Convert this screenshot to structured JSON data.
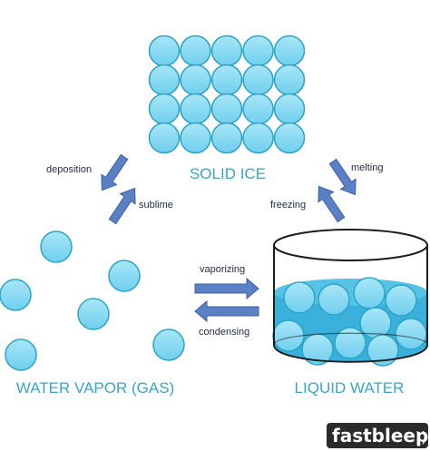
{
  "states": {
    "solid": "SOLID ICE",
    "liquid": "LIQUID WATER",
    "gas": "WATER VAPOR (GAS)"
  },
  "processes": {
    "deposition": "deposition",
    "sublime": "sublime",
    "melting": "melting",
    "freezing": "freezing",
    "vaporizing": "vaporizing",
    "condensing": "condensing"
  },
  "brand": "fastbleep",
  "colors": {
    "particle_fill": "#7fd6f0",
    "particle_stroke": "#2aa3c6",
    "arrow_fill": "#5b80c6",
    "arrow_stroke": "#3c5fa3",
    "label_blue": "#3aa5c8",
    "water_fill": "#3ab1dc",
    "container_stroke": "#1c1c1c"
  },
  "icons": [
    "ice-particle-icon",
    "vapor-particle-icon",
    "water-particle-icon",
    "container-icon",
    "arrow-icon"
  ]
}
